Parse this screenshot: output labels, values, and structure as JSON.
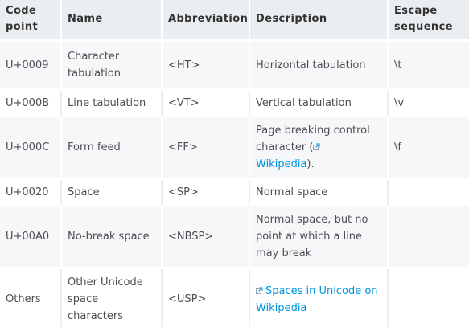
{
  "table": {
    "headers": {
      "code_point": "Code point",
      "name": "Name",
      "abbreviation": "Abbreviation",
      "description": "Description",
      "escape_sequence": "Escape sequence"
    },
    "rows": [
      {
        "code_point": "U+0009",
        "name": "Character tabulation",
        "abbreviation": "<HT>",
        "description": "Horizontal tabulation",
        "escape": "\\t"
      },
      {
        "code_point": "U+000B",
        "name": "Line tabulation",
        "abbreviation": "<VT>",
        "description": "Vertical tabulation",
        "escape": "\\v"
      },
      {
        "code_point": "U+000C",
        "name": "Form feed",
        "abbreviation": "<FF>",
        "description_prefix": "Page breaking control character (",
        "description_link": "Wikipedia",
        "description_suffix": ").",
        "escape": "\\f"
      },
      {
        "code_point": "U+0020",
        "name": "Space",
        "abbreviation": "<SP>",
        "description": "Normal space",
        "escape": ""
      },
      {
        "code_point": "U+00A0",
        "name": "No-break space",
        "abbreviation": "<NBSP>",
        "description": "Normal space, but no point at which a line may break",
        "escape": ""
      },
      {
        "code_point": "Others",
        "name": "Other Unicode space characters",
        "abbreviation": "<USP>",
        "description_link": "Spaces in Unicode on Wikipedia",
        "escape": ""
      }
    ]
  },
  "icons": {
    "external_link": "external-link-icon"
  },
  "colors": {
    "header_bg": "#eaeef0",
    "odd_row_bg": "#f5f7f8",
    "link": "#0095dd",
    "text": "#4d4e53"
  }
}
